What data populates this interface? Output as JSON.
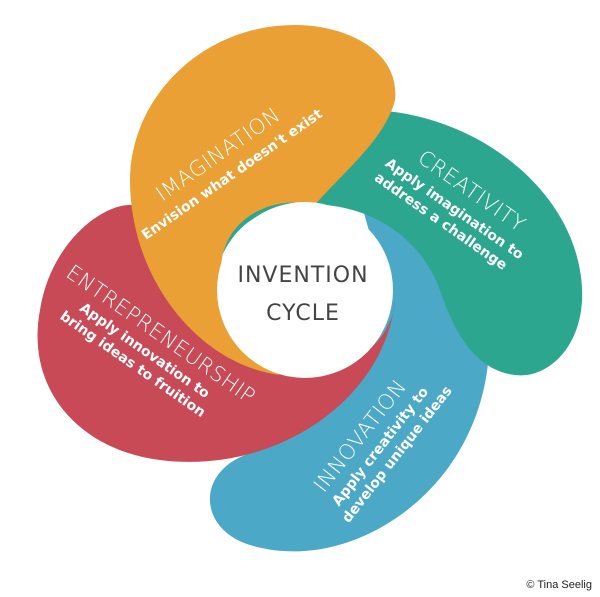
{
  "center": {
    "line1": "INVENTION",
    "line2": "CYCLE"
  },
  "petals": {
    "imagination": {
      "title": "IMAGINATION",
      "sub1": "Envision what doesn't exist",
      "color": "#EAA035"
    },
    "creativity": {
      "title": "CREATIVITY",
      "sub1": "Apply imagination to",
      "sub2": "address a challenge",
      "color": "#2DA68F"
    },
    "innovation": {
      "title": "INNOVATION",
      "sub1": "Apply creativity to",
      "sub2": "develop unique ideas",
      "color": "#4BA8C6"
    },
    "entrepreneurship": {
      "title": "ENTREPRENEURSHIP",
      "sub1": "Apply innovation to",
      "sub2": "bring ideas to fruition",
      "color": "#C84A57"
    }
  },
  "copyright": "© Tina Seelig"
}
